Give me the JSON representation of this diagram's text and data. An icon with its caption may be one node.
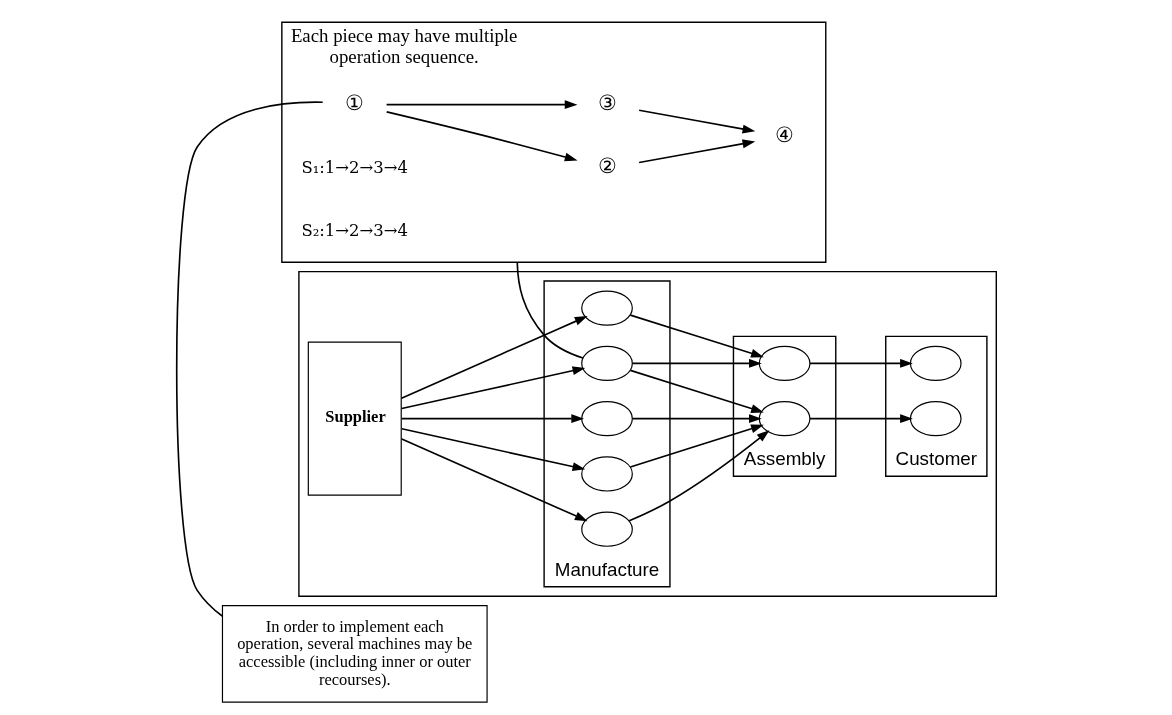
{
  "diagram": {
    "nodes": [
      {
        "text": [
          "In order to implement each operation, several machines may be accessible (including inner or outer recourses)."
        ]
      },
      {
        "text": [
          "Each piece may have multiple operation sequence."
        ]
      },
      {
        "text": [
          "①"
        ],
        "in": 1
      },
      {
        "text": [
          "②"
        ],
        "in": 1
      },
      {
        "text": [
          "③"
        ],
        "in": 1
      },
      {
        "text": [
          "④"
        ],
        "in": 1
      },
      {
        "text": [],
        "shape": "box"
      },
      {
        "text": [
          "Supplier"
        ],
        "in": 6
      },
      {
        "text": [
          "Manufacture"
        ],
        "in": 6
      },
      {
        "text": [],
        "shape": "ellipse",
        "in": 8
      },
      {
        "text": [],
        "shape": "ellipse",
        "in": 8
      },
      {
        "text": [],
        "shape": "ellipse",
        "in": 8
      },
      {
        "text": [],
        "shape": "ellipse",
        "in": 8
      },
      {
        "text": [],
        "shape": "ellipse",
        "in": 8
      },
      {
        "text": [
          "Assembly"
        ],
        "in": 6
      },
      {
        "text": [],
        "shape": "ellipse",
        "in": 14
      },
      {
        "text": [],
        "shape": "ellipse",
        "in": 14
      },
      {
        "text": [
          "Customer"
        ],
        "in": 6
      },
      {
        "text": [],
        "shape": "ellipse",
        "in": 17
      },
      {
        "text": [],
        "shape": "ellipse",
        "in": 17
      }
    ],
    "edges": [
      {
        "from": 2,
        "to": 3,
        "arrow": "to"
      },
      {
        "from": 2,
        "to": 4,
        "arrow": "to"
      },
      {
        "from": 3,
        "to": 5,
        "arrow": "to"
      },
      {
        "from": 4,
        "to": 5,
        "arrow": "to"
      },
      {
        "from": 0,
        "to": 2,
        "arrow": "none"
      },
      {
        "from": 10,
        "to": 1,
        "arrow": "none"
      },
      {
        "from": 7,
        "to": 9,
        "arrow": "to"
      },
      {
        "from": 7,
        "to": 10,
        "arrow": "to"
      },
      {
        "from": 7,
        "to": 11,
        "arrow": "to"
      },
      {
        "from": 7,
        "to": 12,
        "arrow": "to"
      },
      {
        "from": 7,
        "to": 13,
        "arrow": "to"
      },
      {
        "from": 9,
        "to": 15,
        "arrow": "to"
      },
      {
        "from": 10,
        "to": 15,
        "arrow": "to"
      },
      {
        "from": 10,
        "to": 16,
        "arrow": "to"
      },
      {
        "from": 11,
        "to": 16,
        "arrow": "to"
      },
      {
        "from": 12,
        "to": 16,
        "arrow": "to"
      },
      {
        "from": 13,
        "to": 16,
        "arrow": "to"
      },
      {
        "from": 15,
        "to": 18,
        "arrow": "to"
      },
      {
        "from": 16,
        "to": 19,
        "arrow": "to"
      }
    ],
    "labels": [
      "S₁:1→2→3→4",
      "S₂:1→2→3→4"
    ]
  }
}
